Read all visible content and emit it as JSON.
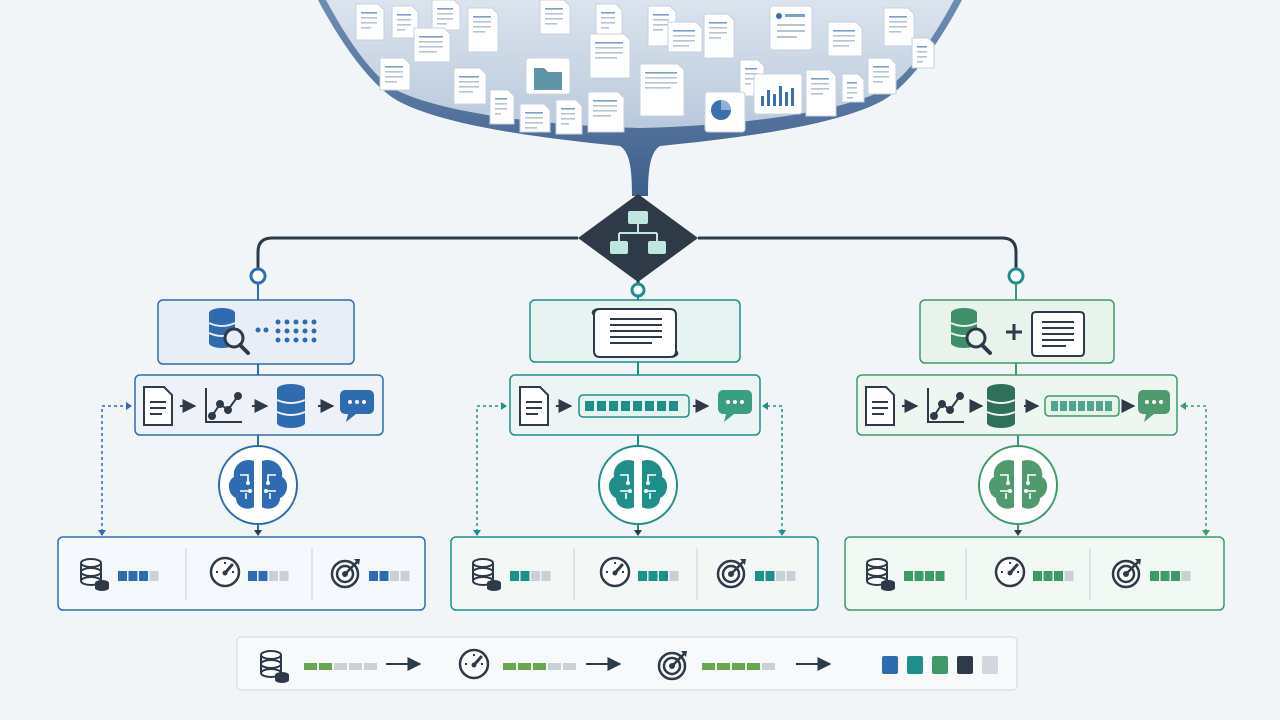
{
  "colors": {
    "background": "#f2f5f8",
    "blue": "#2f6bb3",
    "blue_light": "#e7eef8",
    "teal": "#1f8f89",
    "teal_light": "#e6f3f1",
    "green": "#3f9a6a",
    "green_light": "#e8f3ec",
    "dark": "#2e3a47",
    "gray": "#c9d0d8",
    "funnel": "#4f6e98"
  },
  "funnel": {
    "contents": [
      "document-icon",
      "folder-icon",
      "bar-chart-icon",
      "pie-chart-icon",
      "form-icon"
    ]
  },
  "hub": {
    "icon": "hierarchy-icon"
  },
  "branches": [
    {
      "id": "left",
      "accent": "blue",
      "top_box": [
        "database-search-icon",
        "dot-grid-icon"
      ],
      "pipeline": [
        "document-icon",
        "scatter-plot-icon",
        "database-icon",
        "chat-bubble-icon"
      ],
      "core": "brain-circuit-icon",
      "metrics": [
        {
          "icon": "database-stack-icon",
          "level": 3,
          "of": 4
        },
        {
          "icon": "speedometer-icon",
          "level": 2,
          "of": 4
        },
        {
          "icon": "target-icon",
          "level": 2,
          "of": 4
        }
      ]
    },
    {
      "id": "center",
      "accent": "teal",
      "top_box": [
        "scroll-document-icon"
      ],
      "pipeline": [
        "document-icon",
        "token-bar-icon",
        "chat-bubble-icon"
      ],
      "core": "brain-circuit-icon",
      "metrics": [
        {
          "icon": "database-stack-icon",
          "level": 2,
          "of": 4
        },
        {
          "icon": "speedometer-icon",
          "level": 3,
          "of": 4
        },
        {
          "icon": "target-icon",
          "level": 2,
          "of": 4
        }
      ]
    },
    {
      "id": "right",
      "accent": "green",
      "top_box": [
        "database-search-icon",
        "plus-icon",
        "scroll-document-icon"
      ],
      "pipeline": [
        "document-icon",
        "scatter-plot-icon",
        "database-icon",
        "token-bar-icon",
        "chat-bubble-icon"
      ],
      "core": "brain-circuit-icon",
      "metrics": [
        {
          "icon": "database-stack-icon",
          "level": 4,
          "of": 4
        },
        {
          "icon": "speedometer-icon",
          "level": 3,
          "of": 4
        },
        {
          "icon": "target-icon",
          "level": 3,
          "of": 4
        }
      ]
    }
  ],
  "legend": {
    "metrics": [
      {
        "icon": "database-stack-icon",
        "level": 2,
        "of": 5
      },
      {
        "icon": "speedometer-icon",
        "level": 3,
        "of": 5
      },
      {
        "icon": "target-icon",
        "level": 4,
        "of": 5
      }
    ],
    "swatches": [
      "#2f6bb3",
      "#1f8f89",
      "#3f9a6a",
      "#2e3a47",
      "#d3d8de"
    ]
  }
}
